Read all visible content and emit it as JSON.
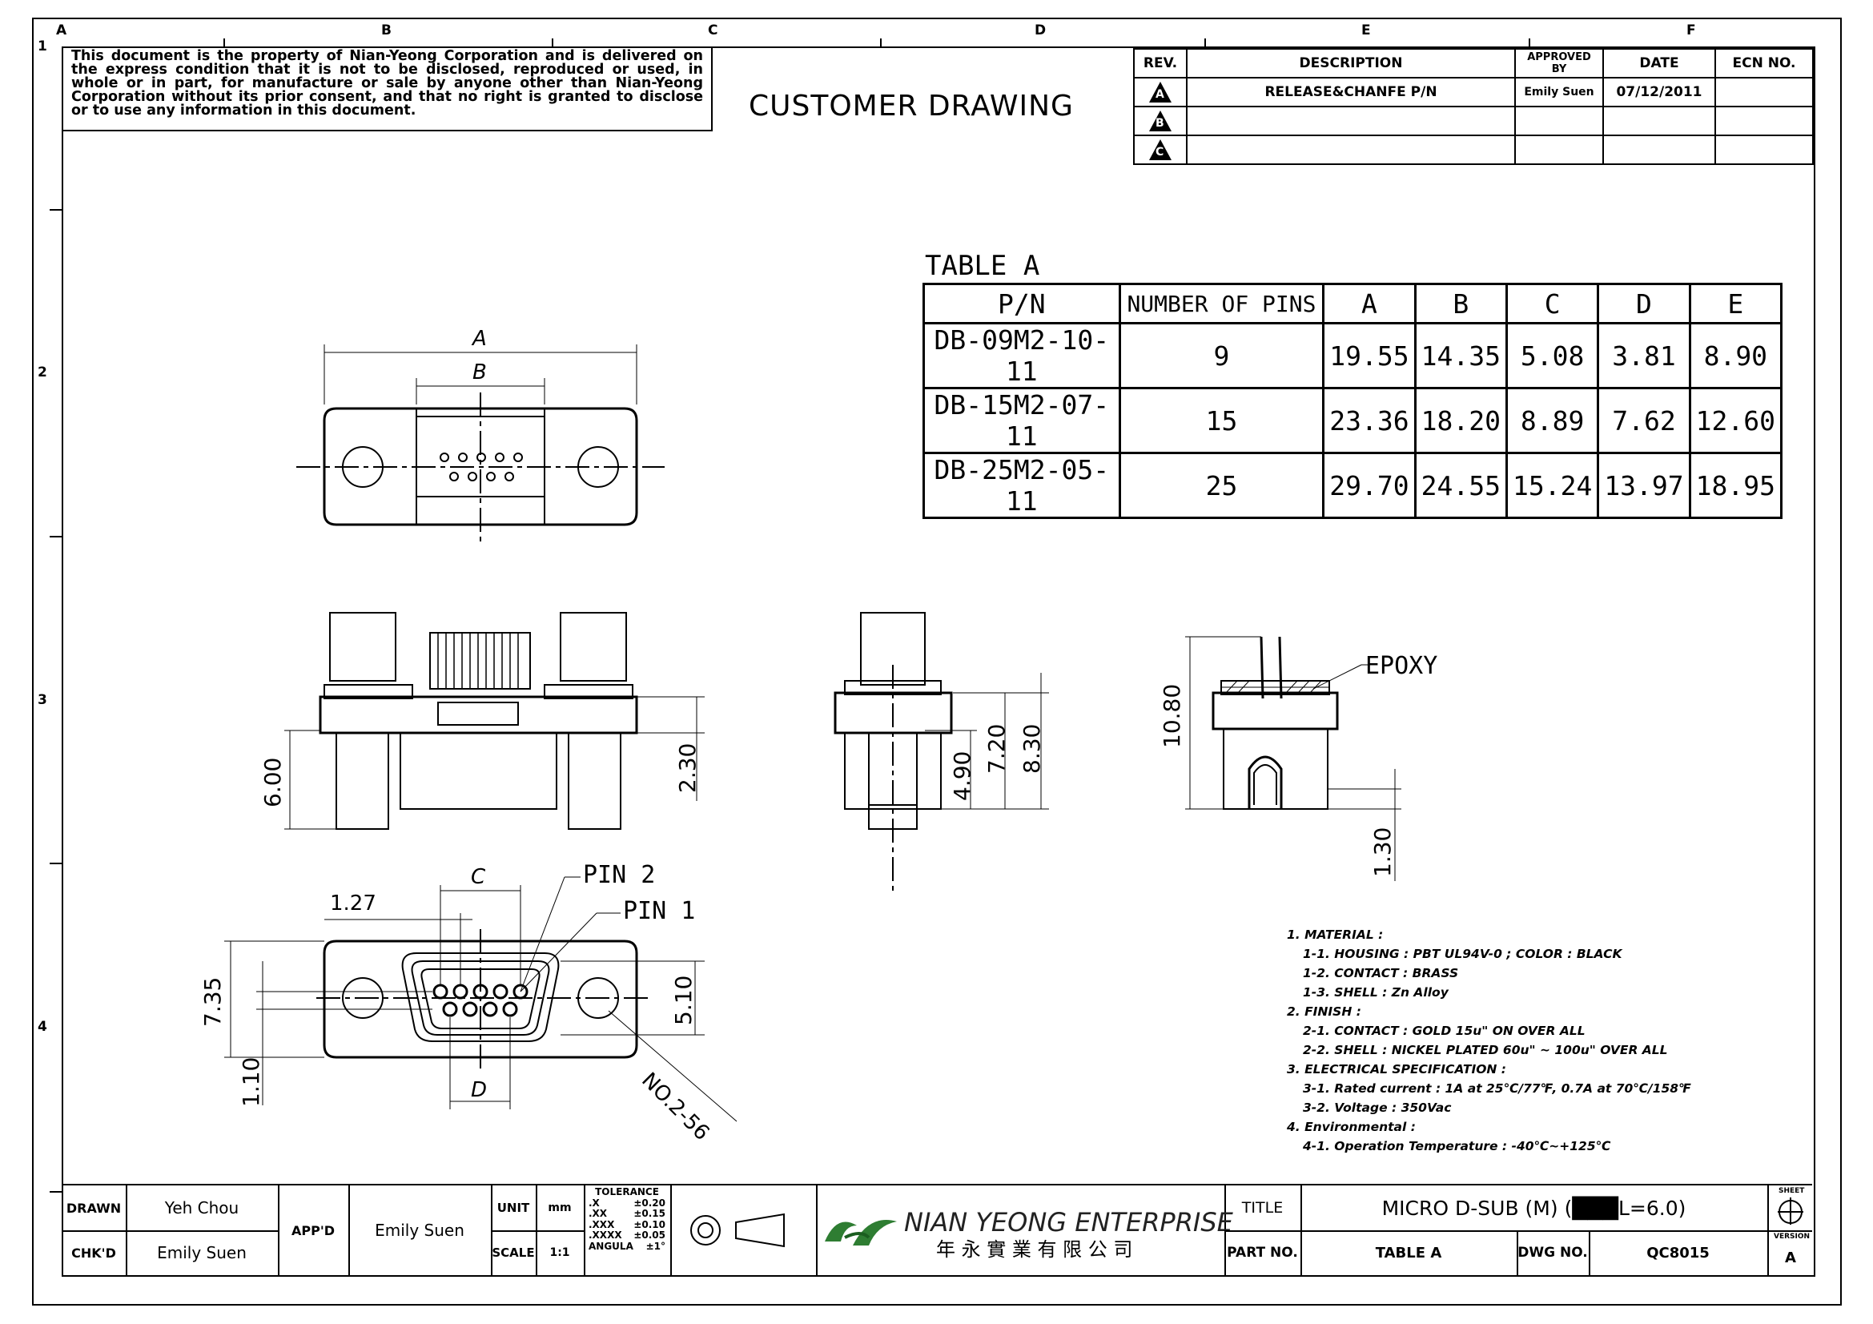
{
  "grid": {
    "cols": [
      "A",
      "B",
      "C",
      "D",
      "E",
      "F"
    ],
    "rows": [
      "1",
      "2",
      "3",
      "4"
    ]
  },
  "notice": "This document is the property of Nian-Yeong Corporation and is delivered on the express condition that it is not to be disclosed, reproduced or used, in whole or in part, for manufacture or sale by anyone other than Nian-Yeong Corporation without its prior consent, and that no right is granted to disclose or to use any information in this document.",
  "drawing_type": "CUSTOMER DRAWING",
  "revision_table": {
    "headers": [
      "REV.",
      "DESCRIPTION",
      "APPROVED BY",
      "DATE",
      "ECN NO."
    ],
    "rows": [
      {
        "rev": "A",
        "description": "RELEASE&CHANFE P/N",
        "approved_by": "Emily Suen",
        "date": "07/12/2011",
        "ecn": ""
      },
      {
        "rev": "B",
        "description": "",
        "approved_by": "",
        "date": "",
        "ecn": ""
      },
      {
        "rev": "C",
        "description": "",
        "approved_by": "",
        "date": "",
        "ecn": ""
      }
    ]
  },
  "table_a": {
    "title": "TABLE A",
    "headers": [
      "P/N",
      "NUMBER OF PINS",
      "A",
      "B",
      "C",
      "D",
      "E"
    ],
    "rows": [
      [
        "DB-09M2-10-11",
        "9",
        "19.55",
        "14.35",
        "5.08",
        "3.81",
        "8.90"
      ],
      [
        "DB-15M2-07-11",
        "15",
        "23.36",
        "18.20",
        "8.89",
        "7.62",
        "12.60"
      ],
      [
        "DB-25M2-05-11",
        "25",
        "29.70",
        "24.55",
        "15.24",
        "13.97",
        "18.95"
      ]
    ]
  },
  "dimensions": {
    "front_A": "A",
    "front_B": "B",
    "side_6_00": "6.00",
    "side_2_30": "2.30",
    "end_4_90": "4.90",
    "end_7_20": "7.20",
    "end_8_30": "8.30",
    "sec_10_80": "10.80",
    "sec_1_30": "1.30",
    "epoxy": "EPOXY",
    "bot_1_27": "1.27",
    "bot_C": "C",
    "bot_D": "D",
    "bot_7_35": "7.35",
    "bot_1_10": "1.10",
    "bot_5_10": "5.10",
    "pin2": "PIN 2",
    "pin1": "PIN 1",
    "hole_note": "NO.2-56"
  },
  "notes": [
    "1. MATERIAL :",
    "1-1. HOUSING : PBT UL94V-0 ; COLOR : BLACK",
    "1-2. CONTACT : BRASS",
    "1-3. SHELL : Zn Alloy",
    "2. FINISH :",
    "2-1. CONTACT : GOLD 15u\" ON OVER ALL",
    "2-2. SHELL : NICKEL PLATED 60u\" ~ 100u\" OVER ALL",
    "3. ELECTRICAL SPECIFICATION :",
    "3-1. Rated current : 1A at 25℃/77℉, 0.7A at 70℃/158℉",
    "3-2. Voltage : 350Vac",
    "4. Environmental :",
    "4-1. Operation Temperature : -40℃~+125℃"
  ],
  "title_block": {
    "drawn_label": "DRAWN",
    "drawn": "Yeh Chou",
    "chkd_label": "CHK'D",
    "chkd": "Emily Suen",
    "appd_label": "APP'D",
    "appd": "Emily Suen",
    "unit_label": "UNIT",
    "unit": "mm",
    "scale_label": "SCALE",
    "scale": "1:1",
    "tolerance_title": "TOLERANCE",
    "tolerances": [
      [
        ".X",
        "±0.20"
      ],
      [
        ".XX",
        "±0.15"
      ],
      [
        ".XXX",
        "±0.10"
      ],
      [
        ".XXXX",
        "±0.05"
      ],
      [
        "ANGULA",
        "±1°"
      ]
    ],
    "company": "NIAN YEONG ENTERPRISE",
    "company_cn": "年 永 實 業 有 限 公 司",
    "title_label": "TITLE",
    "title": "MICRO D-SUB (M) (███L=6.0)",
    "partno_label": "PART NO.",
    "partno": "TABLE A",
    "dwgno_label": "DWG NO.",
    "dwgno": "QC8015",
    "sheet_label": "SHEET",
    "version_label": "VERSION",
    "version": "A"
  }
}
